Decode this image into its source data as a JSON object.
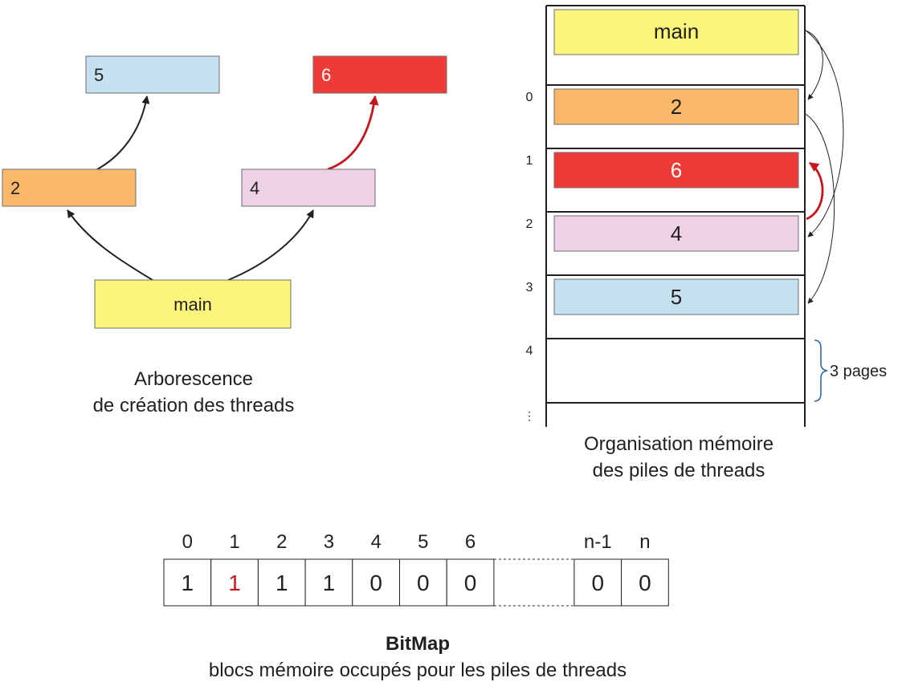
{
  "colors": {
    "blue": "#c5e1ef",
    "red": "#ef3b36",
    "orange": "#f9b86a",
    "pink": "#edd1e6",
    "yellow": "#fbf57c",
    "accent_red": "#c4161c",
    "brace_blue": "#2e6da4"
  },
  "tree": {
    "nodes": [
      {
        "id": "5",
        "label": "5",
        "color": "blue"
      },
      {
        "id": "6",
        "label": "6",
        "color": "red"
      },
      {
        "id": "2",
        "label": "2",
        "color": "orange"
      },
      {
        "id": "4",
        "label": "4",
        "color": "pink"
      },
      {
        "id": "main",
        "label": "main",
        "color": "yellow"
      }
    ],
    "edges": [
      {
        "from": "main",
        "to": "2",
        "highlight": false
      },
      {
        "from": "main",
        "to": "4",
        "highlight": false
      },
      {
        "from": "2",
        "to": "5",
        "highlight": false
      },
      {
        "from": "4",
        "to": "6",
        "highlight": true
      }
    ],
    "caption_line1": "Arborescence",
    "caption_line2": "de création des threads"
  },
  "memory": {
    "main_label": "main",
    "slots": [
      {
        "index": "0",
        "label": "2",
        "color": "orange"
      },
      {
        "index": "1",
        "label": "6",
        "color": "red"
      },
      {
        "index": "2",
        "label": "4",
        "color": "pink"
      },
      {
        "index": "3",
        "label": "5",
        "color": "blue"
      },
      {
        "index": "4",
        "label": "",
        "color": ""
      }
    ],
    "ellipsis": "⋮",
    "brace_label": "3 pages",
    "caption_line1": "Organisation mémoire",
    "caption_line2": "des piles de threads"
  },
  "bitmap": {
    "cells": [
      {
        "index": "0",
        "value": "1",
        "highlight": false
      },
      {
        "index": "1",
        "value": "1",
        "highlight": true
      },
      {
        "index": "2",
        "value": "1",
        "highlight": false
      },
      {
        "index": "3",
        "value": "1",
        "highlight": false
      },
      {
        "index": "4",
        "value": "0",
        "highlight": false
      },
      {
        "index": "5",
        "value": "0",
        "highlight": false
      },
      {
        "index": "6",
        "value": "0",
        "highlight": false
      },
      {
        "index": "",
        "value": "",
        "gap": true
      },
      {
        "index": "n-1",
        "value": "0",
        "highlight": false
      },
      {
        "index": "n",
        "value": "0",
        "highlight": false
      }
    ],
    "title": "BitMap",
    "subtitle": "blocs mémoire occupés pour les piles de threads"
  }
}
